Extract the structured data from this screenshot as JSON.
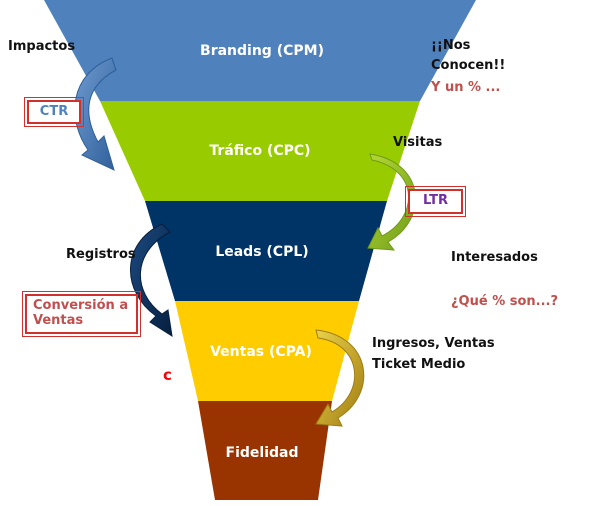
{
  "funnel": {
    "stages": [
      {
        "label": "Branding (CPM)",
        "color": "#4f81bd"
      },
      {
        "label": "Tráfico (CPC)",
        "color": "#99cc00"
      },
      {
        "label": "Leads (CPL)",
        "color": "#003366"
      },
      {
        "label": "Ventas (CPA)",
        "color": "#ffcc00"
      },
      {
        "label": "Fidelidad",
        "color": "#993300"
      }
    ],
    "text_color": "#ffffff"
  },
  "left": {
    "impactos": "Impactos",
    "ctr": "CTR",
    "registros": "Registros",
    "conversion_line1": "Conversión a",
    "conversion_line2": "Ventas",
    "c_mark": "c"
  },
  "right": {
    "nos_line1": "¡¡Nos",
    "nos_line2": "Conocen!!",
    "y_un": "Y un % ...",
    "visitas": "Visitas",
    "ltr": "LTR",
    "interesados": "Interesados",
    "que_pct": "¿Qué % son...?",
    "ingresos_line1": "Ingresos, Ventas",
    "ingresos_line2": "Ticket Medio"
  },
  "colors": {
    "ctr_text": "#4f81bd",
    "ltr_text": "#7030a0",
    "red_text": "#c0504d",
    "box_border": "#d0312d",
    "c_mark": "#ff0000"
  }
}
